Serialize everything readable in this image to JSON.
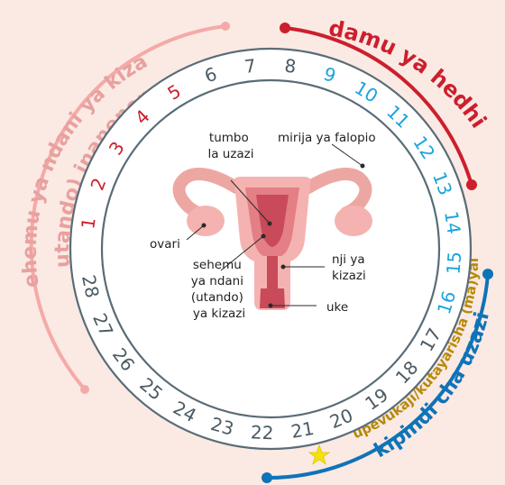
{
  "cycle_days": [
    "1",
    "2",
    "3",
    "4",
    "5",
    "6",
    "7",
    "8",
    "9",
    "10",
    "11",
    "12",
    "13",
    "14",
    "15",
    "16",
    "17",
    "18",
    "19",
    "20",
    "21",
    "22",
    "23",
    "24",
    "25",
    "26",
    "27",
    "28"
  ],
  "arcs": {
    "menstruation": "damu ya hedhi",
    "lining_line1": "sehemu ya ndani ya kizazi",
    "lining_line2": "(utando) inanenepa",
    "fertile": "kipindi cha uzazi",
    "ovulation": "upevukaji/kutayarisha (ma)yai"
  },
  "labels": {
    "uterus": [
      "tumbo",
      "la uzazi"
    ],
    "fallopian": "mirija ya falopio",
    "ovary": "ovari",
    "endometrium": [
      "sehemu",
      "ya ndani",
      "(utando)",
      "ya kizazi"
    ],
    "cervix": [
      "nji ya",
      "kizazi"
    ],
    "vagina": "uke"
  },
  "colors": {
    "background": "#fbe9e4",
    "menstruation": "#cc1f2c",
    "lining": "#f4aaa8",
    "fertile": "#0f73b8",
    "fertile_days": "#1aa3dd",
    "ovulation": "#b58a08",
    "normal_days": "#4b5a64",
    "star": "#f5e10a"
  }
}
